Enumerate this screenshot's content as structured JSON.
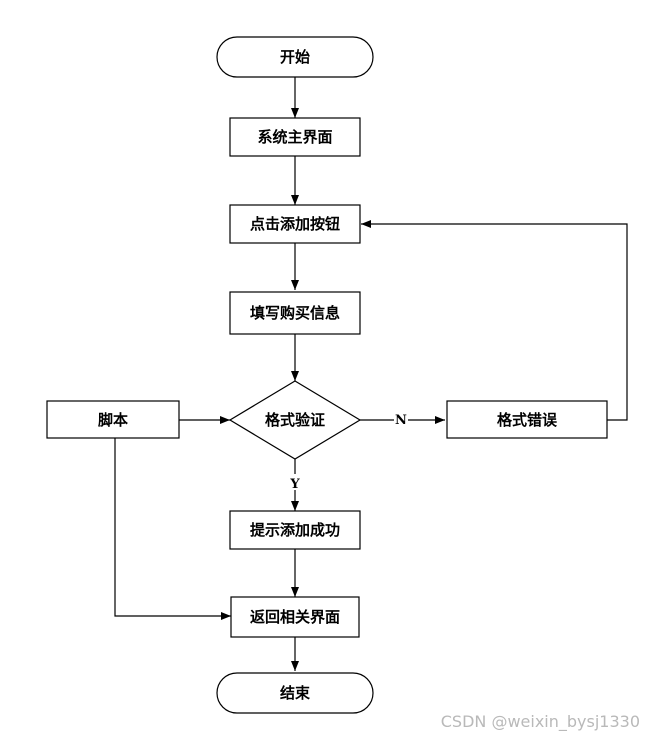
{
  "nodes": {
    "start": "开始",
    "main_ui": "系统主界面",
    "click_add": "点击添加按钮",
    "fill_info": "填写购买信息",
    "validate": "格式验证",
    "script": "脚本",
    "format_error": "格式错误",
    "success": "提示添加成功",
    "return": "返回相关界面",
    "end": "结束"
  },
  "edges": {
    "no_label": "N",
    "yes_label": "Y"
  },
  "watermark": "CSDN @weixin_bysj1330",
  "colors": {
    "stroke": "#000000",
    "fill": "#ffffff",
    "watermark": "#b9b9b9"
  }
}
